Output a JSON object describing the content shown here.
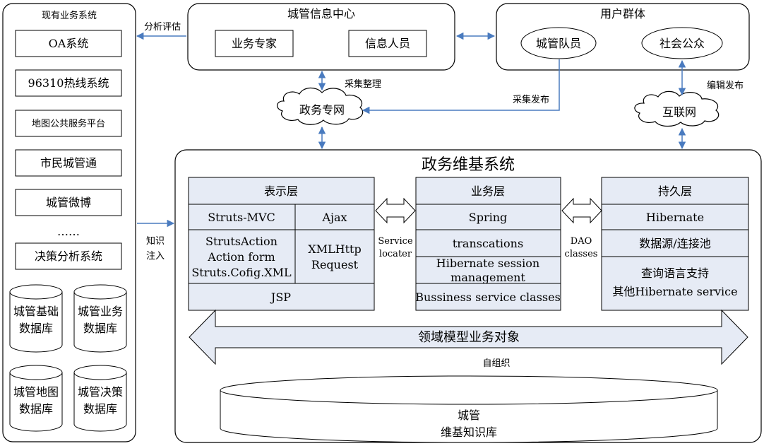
{
  "existing_systems": {
    "title": "现有业务系统",
    "items": [
      "OA系统",
      "96310热线系统",
      "地图公共服务平台",
      "市民城管通",
      "城管微博",
      "……",
      "决策分析系统"
    ],
    "databases": [
      [
        "城管基础",
        "数据库"
      ],
      [
        "城管业务",
        "数据库"
      ],
      [
        "城管地图",
        "数据库"
      ],
      [
        "城管决策",
        "数据库"
      ]
    ]
  },
  "info_center": {
    "title": "城管信息中心",
    "items": [
      "业务专家",
      "信息人员"
    ]
  },
  "user_group": {
    "title": "用户群体",
    "items": [
      "城管队员",
      "社会公众"
    ]
  },
  "networks": {
    "gov": "政务专网",
    "internet": "互联网"
  },
  "edge_labels": {
    "analyze": "分析评估",
    "collect_organize": "采集整理",
    "collect_publish": "采集发布",
    "edit_publish": "编辑发布",
    "knowledge_inject_1": "知识",
    "knowledge_inject_2": "注入",
    "self_organize": "自组织",
    "service_locater_1": "Service",
    "service_locater_2": "locater",
    "dao_classes_1": "DAO",
    "dao_classes_2": "classes"
  },
  "wiki_system": {
    "title": "政务维基系统",
    "presentation": {
      "title": "表示层",
      "struts_mvc": "Struts-MVC",
      "ajax": "Ajax",
      "struts_lines": [
        "StrutsAction",
        "Action form",
        "Struts.Cofig.XML"
      ],
      "xmlhttp_lines": [
        "XMLHttp",
        "Request"
      ],
      "jsp": "JSP"
    },
    "business": {
      "title": "业务层",
      "rows": [
        "Spring",
        "transcations",
        "Hibernate session",
        "management",
        "Bussiness service classes"
      ]
    },
    "persistence": {
      "title": "持久层",
      "rows": [
        "Hibernate",
        "数据源/连接池",
        "查询语言支持",
        "其他Hibernate service"
      ]
    },
    "domain_model": "领域模型业务对象",
    "knowledge_base": [
      "城管",
      "维基知识库"
    ]
  },
  "colors": {
    "box_fill": "#e6ebf5",
    "arrow_line": "#4a7bbf",
    "stroke": "#000000"
  }
}
